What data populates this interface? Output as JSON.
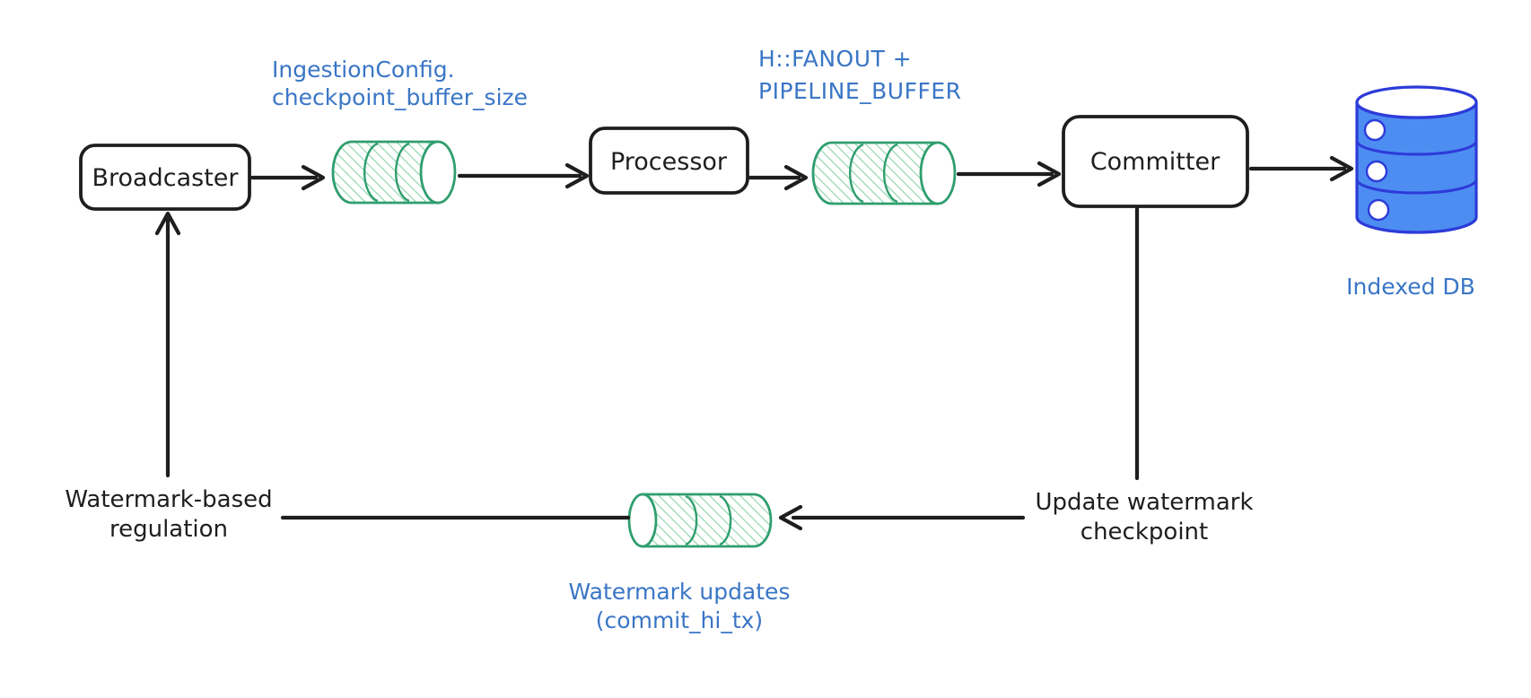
{
  "diagram": {
    "background": "#ffffff",
    "nodes": {
      "broadcaster": {
        "label": "Broadcaster"
      },
      "processor": {
        "label": "Processor"
      },
      "committer": {
        "label": "Committer"
      },
      "indexed_db": {
        "label": "Indexed DB"
      }
    },
    "buffers": {
      "checkpoint_buffer": {
        "label_line1": "IngestionConfig.",
        "label_line2": "checkpoint_buffer_size"
      },
      "pipeline_buffer": {
        "label_line1": "H::FANOUT +",
        "label_line2": "PIPELINE_BUFFER"
      },
      "watermark_buffer": {
        "label_line1": "Watermark updates",
        "label_line2": "(commit_hi_tx)"
      }
    },
    "annotations": {
      "update_watermark": {
        "line1": "Update watermark",
        "line2": "checkpoint"
      },
      "regulation": {
        "line1": "Watermark-based",
        "line2": "regulation"
      }
    },
    "colors": {
      "stroke": "#1e1e1e",
      "blue_text": "#3a76c6",
      "green_stroke": "#2f9e6e",
      "green_hatch": "#8bd3a8",
      "db_fill": "#4d8df2",
      "db_stroke": "#2d3bd8"
    }
  }
}
